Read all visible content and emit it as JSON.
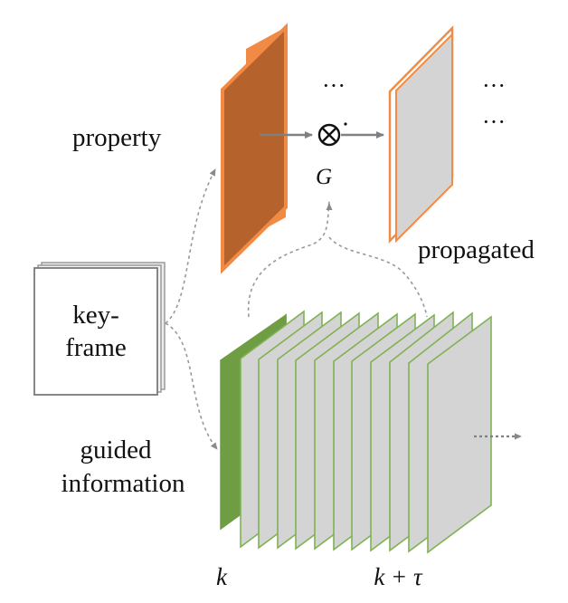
{
  "labels": {
    "property": "property",
    "propagated": "propagated",
    "keyframe_line1": "key-",
    "keyframe_line2": "frame",
    "guided_line1": "guided",
    "guided_line2": "information",
    "operator_symbol": "G",
    "frame_k": "k",
    "frame_k_tau": "k + τ"
  },
  "ellipsis": "···",
  "colors": {
    "property_fill": "#b5622d",
    "property_edge": "#f08a44",
    "propagated_edge": "#ef8d48",
    "frame_fill": "#d4d4d4",
    "frame_edge": "#7fb255",
    "first_frame_fill": "#6f9d44",
    "arrow": "#808080",
    "dashed": "#999999"
  }
}
